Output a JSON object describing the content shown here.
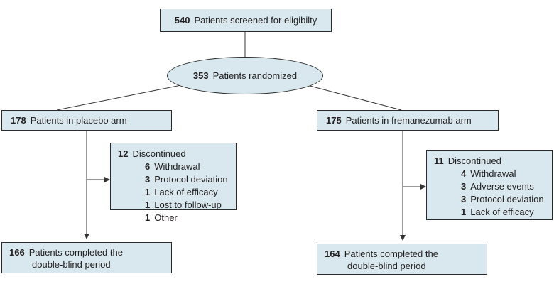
{
  "screened": {
    "count": "540",
    "label": "Patients screened for eligibilty"
  },
  "randomized": {
    "count": "353",
    "label": "Patients randomized"
  },
  "placebo": {
    "arm": {
      "count": "178",
      "label": "Patients in placebo arm"
    },
    "discontinued": {
      "count": "12",
      "label": "Discontinued",
      "reasons": [
        {
          "count": "6",
          "label": "Withdrawal"
        },
        {
          "count": "3",
          "label": "Protocol deviation"
        },
        {
          "count": "1",
          "label": "Lack of efficacy"
        },
        {
          "count": "1",
          "label": "Lost to follow-up"
        },
        {
          "count": "1",
          "label": "Other"
        }
      ]
    },
    "completed": {
      "count": "166",
      "line1": "Patients completed the",
      "line2": "double-blind period"
    }
  },
  "fremanezumab": {
    "arm": {
      "count": "175",
      "label": "Patients in fremanezumab arm"
    },
    "discontinued": {
      "count": "11",
      "label": "Discontinued",
      "reasons": [
        {
          "count": "4",
          "label": "Withdrawal"
        },
        {
          "count": "3",
          "label": "Adverse events"
        },
        {
          "count": "3",
          "label": "Protocol deviation"
        },
        {
          "count": "1",
          "label": "Lack of efficacy"
        }
      ]
    },
    "completed": {
      "count": "164",
      "line1": "Patients completed the",
      "line2": "double-blind period"
    }
  },
  "colors": {
    "box_fill": "#d8e8ee",
    "border": "#2b2b2b",
    "line": "#333333"
  }
}
